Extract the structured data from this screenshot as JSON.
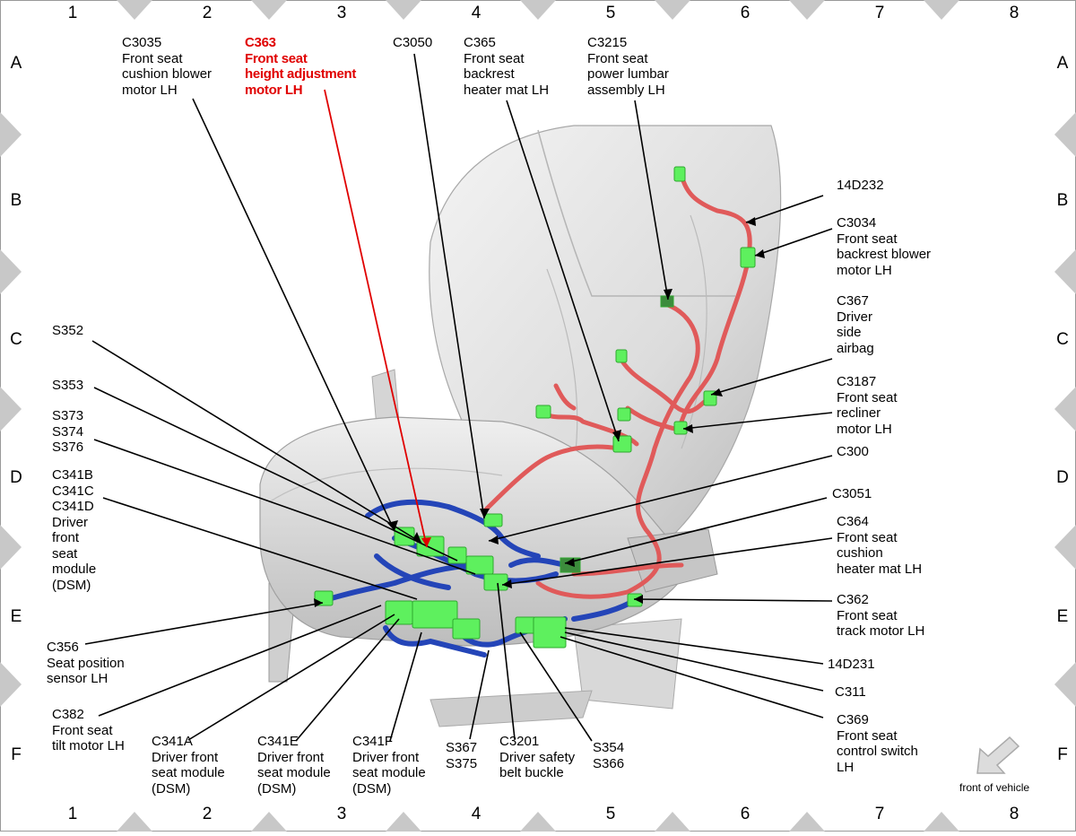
{
  "grid": {
    "columns": [
      "1",
      "2",
      "3",
      "4",
      "5",
      "6",
      "7",
      "8"
    ],
    "rows": [
      "A",
      "B",
      "C",
      "D",
      "E",
      "F"
    ]
  },
  "callouts": {
    "c3035": "C3035\nFront seat\ncushion blower\nmotor LH",
    "c363": "C363\nFront seat\nheight adjustment\nmotor LH",
    "c3050": "C3050",
    "c365": "C365\nFront seat\nbackrest\nheater mat LH",
    "c3215": "C3215\nFront seat\npower lumbar\nassembly LH",
    "d14d232": "14D232",
    "c3034": "C3034\nFront seat\nbackrest blower\nmotor LH",
    "c367": "C367\nDriver\nside\nairbag",
    "c3187": "C3187\nFront seat\nrecliner\nmotor LH",
    "c300": "C300",
    "c3051": "C3051",
    "c364": "C364\nFront seat\ncushion\nheater mat LH",
    "c362": "C362\nFront seat\ntrack motor LH",
    "d14d231": "14D231",
    "c311": "C311",
    "c369": "C369\nFront seat\ncontrol switch\nLH",
    "s352": "S352",
    "s353": "S353",
    "s373": "S373\nS374\nS376",
    "c341b": "C341B\nC341C\nC341D\nDriver\nfront\nseat\nmodule\n(DSM)",
    "c356": "C356\nSeat position\nsensor LH",
    "c382": "C382\nFront seat\ntilt motor LH",
    "c341a": "C341A\nDriver front\nseat module\n(DSM)",
    "c341e": "C341E\nDriver front\nseat module\n(DSM)",
    "c341f": "C341F\nDriver front\nseat module\n(DSM)",
    "s367": "S367\nS375",
    "c3201": "C3201\nDriver safety\nbelt buckle",
    "s354": "S354\nS366"
  },
  "highlight_color": "#e00000",
  "harness_colors": {
    "upper": "#e05a5a",
    "lower": "#2445b8",
    "connector": "#5ef05e"
  },
  "orientation_note": "front of vehicle",
  "orientation_icon": "arrow-down-left-icon"
}
